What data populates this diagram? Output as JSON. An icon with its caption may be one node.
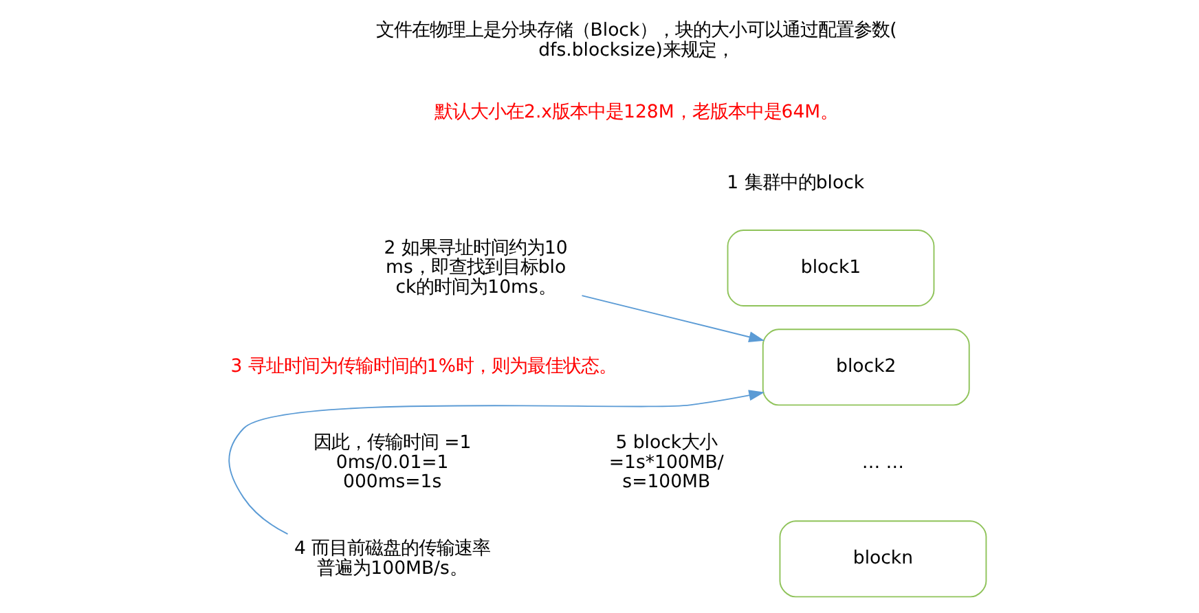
{
  "diagram": {
    "nodes": [
      {
        "text": [
          "2 如果寻址时间约为10ms，即查找到目标block的时间为10ms。"
        ]
      },
      {
        "text": [
          "4 而目前磁盘的传输速率普遍为100MB/s。"
        ]
      },
      {
        "text": [
          "block1"
        ]
      },
      {
        "text": [
          "block2"
        ]
      },
      {
        "text": [
          "blockn"
        ]
      }
    ],
    "edges": [
      {
        "from": 0,
        "to": 3,
        "arrow": "to"
      },
      {
        "from": 1,
        "to": 3,
        "arrow": "to"
      }
    ],
    "labels": [
      "文件在物理上是分块存储（Block），块的大小可以通过配置参数( dfs.blocksize)来规定，",
      "默认大小在2.x版本中是128M，老版本中是64M。",
      "1 集群中的block",
      "3 寻址时间为传输时间的1%时，则为最佳状态。",
      "因此，传输时间 =10ms/0.01=1000ms=1s",
      "5 block大小 =1s*100MB/s=100MB",
      "… …"
    ]
  }
}
